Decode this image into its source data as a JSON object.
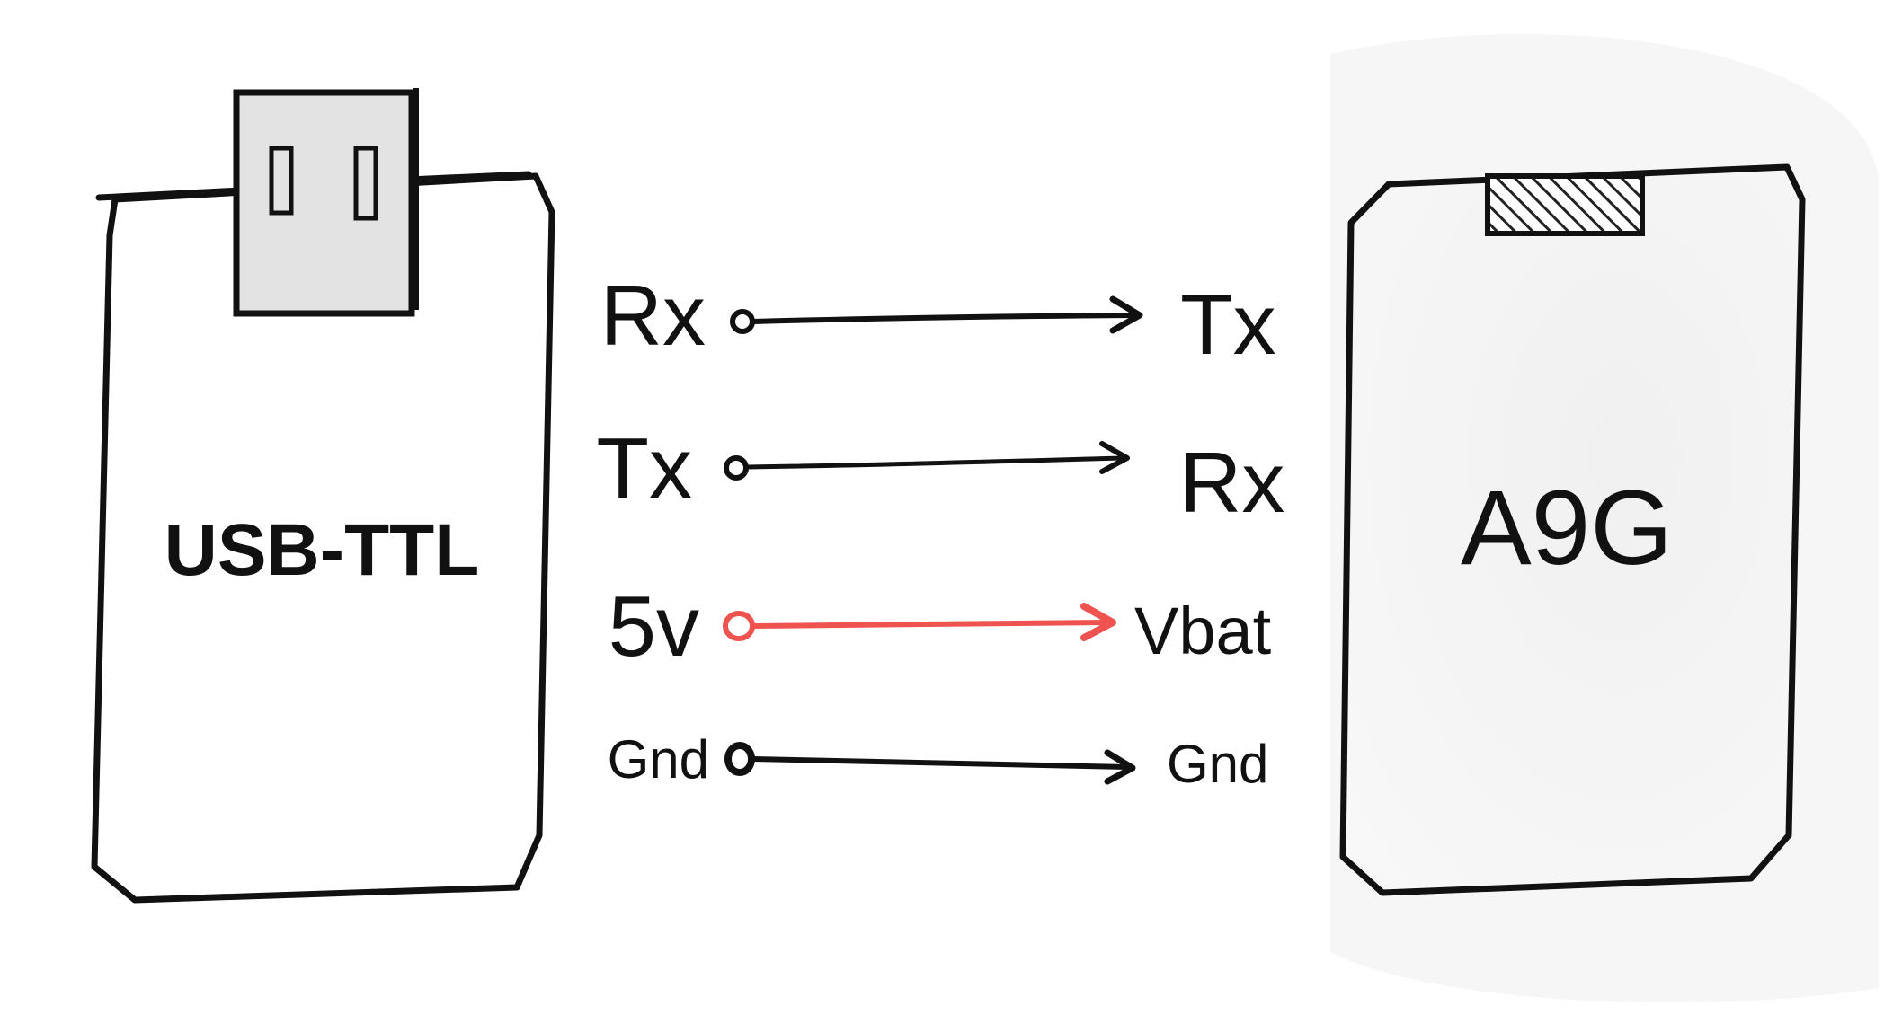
{
  "usb_ttl": {
    "label": "USB-TTL"
  },
  "a9g": {
    "label": "A9G"
  },
  "connections": [
    {
      "from": "Rx",
      "to": "Tx",
      "color": "#111111"
    },
    {
      "from": "Tx",
      "to": "Rx",
      "color": "#111111"
    },
    {
      "from": "5v",
      "to": "Vbat",
      "color": "#ef5350"
    },
    {
      "from": "Gnd",
      "to": "Gnd",
      "color": "#111111"
    }
  ]
}
